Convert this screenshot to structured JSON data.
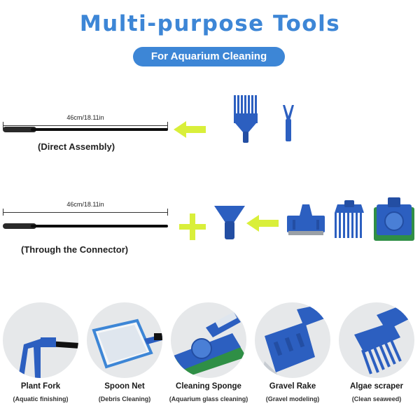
{
  "header": {
    "title": "Multi-purpose Tools",
    "subtitle": "For Aquarium Cleaning"
  },
  "assembly": {
    "direct": {
      "length_label": "46cm/18.11in",
      "caption": "(Direct Assembly)"
    },
    "connector": {
      "length_label": "46cm/18.11in",
      "caption": "(Through the Connector)"
    }
  },
  "tools": [
    {
      "name": "Plant Fork",
      "desc": "(Aquatic finishing)"
    },
    {
      "name": "Spoon Net",
      "desc": "(Debris Cleaning)"
    },
    {
      "name": "Cleaning Sponge",
      "desc": "(Aquarium glass cleaning)"
    },
    {
      "name": "Gravel Rake",
      "desc": "(Gravel modeling)"
    },
    {
      "name": "Algae scraper",
      "desc": "(Clean seaweed)"
    }
  ],
  "colors": {
    "brand_blue": "#3d86d6",
    "tool_blue": "#2c5fc0",
    "arrow_yellow": "#d9ef3a",
    "sponge_green": "#2f8f46"
  }
}
